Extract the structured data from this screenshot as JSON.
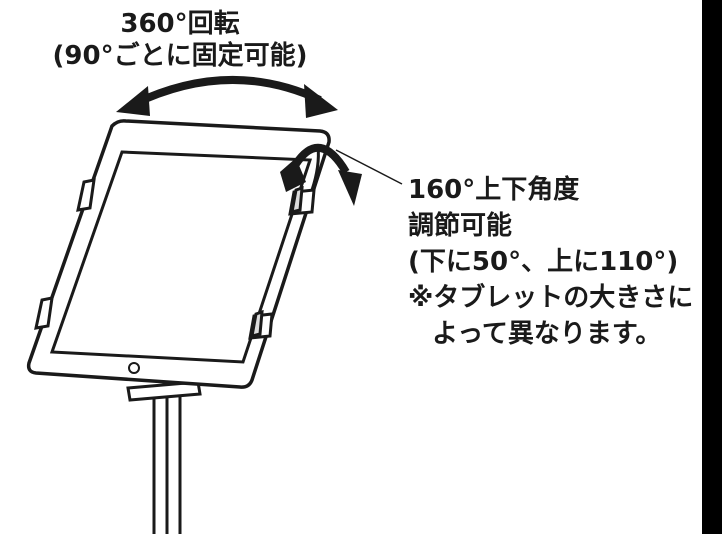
{
  "rotation": {
    "title": "360°回転",
    "subtitle": "(90°ごとに固定可能)"
  },
  "tilt": {
    "line1": "160°上下角度",
    "line2": "調節可能",
    "line3": "(下に50°、上に110°)",
    "line4": "※タブレットの大きさに",
    "line5": "よって異なります。"
  },
  "colors": {
    "line": "#1a1a1a",
    "background": "#ffffff",
    "border": "#000000"
  }
}
